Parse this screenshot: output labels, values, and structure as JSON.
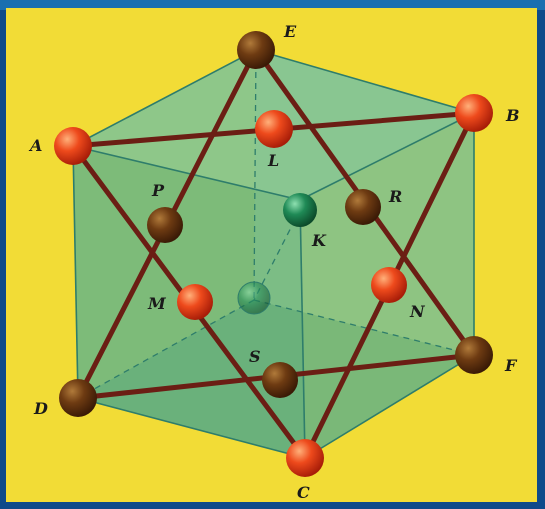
{
  "labels": {
    "E": "E",
    "A": "A",
    "B": "B",
    "L": "L",
    "P": "P",
    "R": "R",
    "K": "K",
    "M": "M",
    "N": "N",
    "S": "S",
    "D": "D",
    "F": "F",
    "C": "C"
  },
  "colors": {
    "background_border": "#0e4a8a",
    "panel_yellow": "#f2dc36",
    "cube_face": "#4fae93",
    "cube_edge": "#2e7d6b",
    "tetra_bond": "#6b1e14",
    "ball_orange": "#e8431a",
    "ball_brown": "#6b3a12",
    "ball_green": "#1e7a4e"
  }
}
